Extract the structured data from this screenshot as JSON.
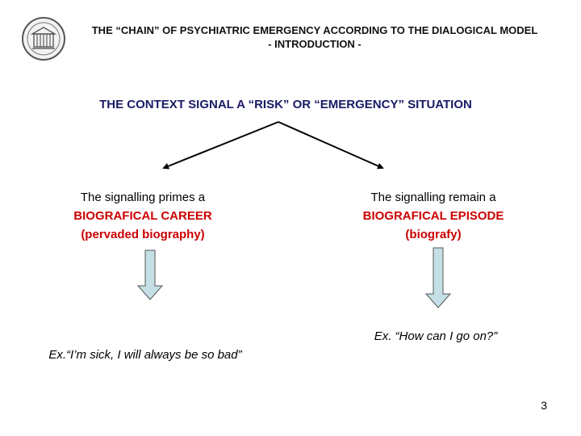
{
  "header": {
    "line1": "THE “CHAIN” OF PSYCHIATRIC EMERGENCY ACCORDING TO THE DIALOGICAL MODEL",
    "line2": "- INTRODUCTION -"
  },
  "logo": {
    "icon": "university-seal-icon"
  },
  "context_title": "THE CONTEXT SIGNAL A “RISK” OR “EMERGENCY” SITUATION",
  "left_branch": {
    "lead": "The signalling primes a",
    "key": "BIOGRAFICAL CAREER",
    "paren": "(pervaded biography)",
    "example": "Ex.“I’m sick, I will always be so bad”"
  },
  "right_branch": {
    "lead": "The signalling remain a",
    "key": "BIOGRAFICAL EPISODE",
    "paren": "(biografy)",
    "example": "Ex. “How can I go on?”"
  },
  "colors": {
    "context_title": "#1a1a66",
    "key_terms": "#cc0000",
    "down_arrow_fill": "#c4dfe6",
    "down_arrow_stroke": "#555555"
  },
  "page_number": "3"
}
